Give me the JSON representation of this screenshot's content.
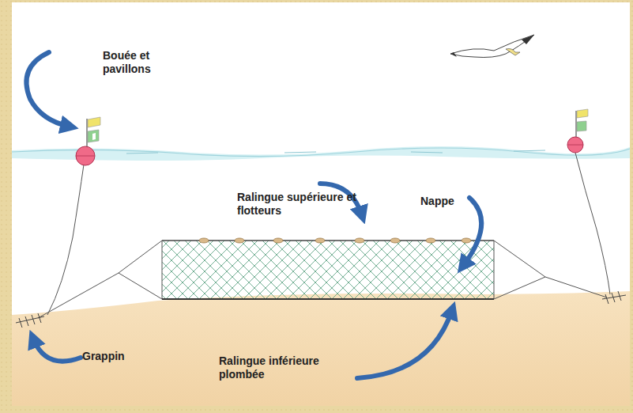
{
  "diagram": {
    "labels": [
      "Bouée et pavillons",
      "Ralingue supérieure et flotteurs",
      "Nappe",
      "Grappin",
      "Ralingue inférieure plombée"
    ]
  }
}
